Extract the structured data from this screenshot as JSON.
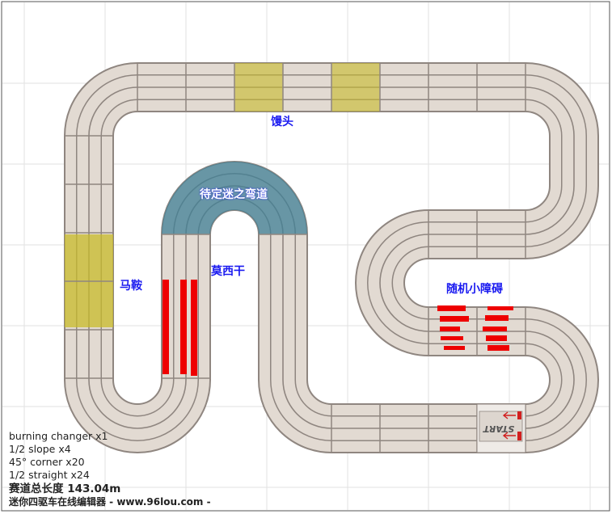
{
  "labels": {
    "top": "馒头",
    "arch": "待定迷之弯道",
    "left": "马鞍",
    "middle": "莫西干",
    "right": "随机小障碍"
  },
  "start_label": "START",
  "legend": {
    "items": [
      "burning changer x1",
      "1/2 slope x4",
      "45° corner x20",
      "1/2 straight x24"
    ],
    "total_label": "赛道总长度",
    "total_value": "143.04m",
    "site": "迷你四驱车在线编辑器 - www.96lou.com -"
  },
  "colors": {
    "track": "#e2dad2",
    "edge": "#8f8680",
    "label": "#1a1af0",
    "obstacle": "#ee0000",
    "arch": "#3f7f95",
    "slope": "#c9bb2a"
  }
}
